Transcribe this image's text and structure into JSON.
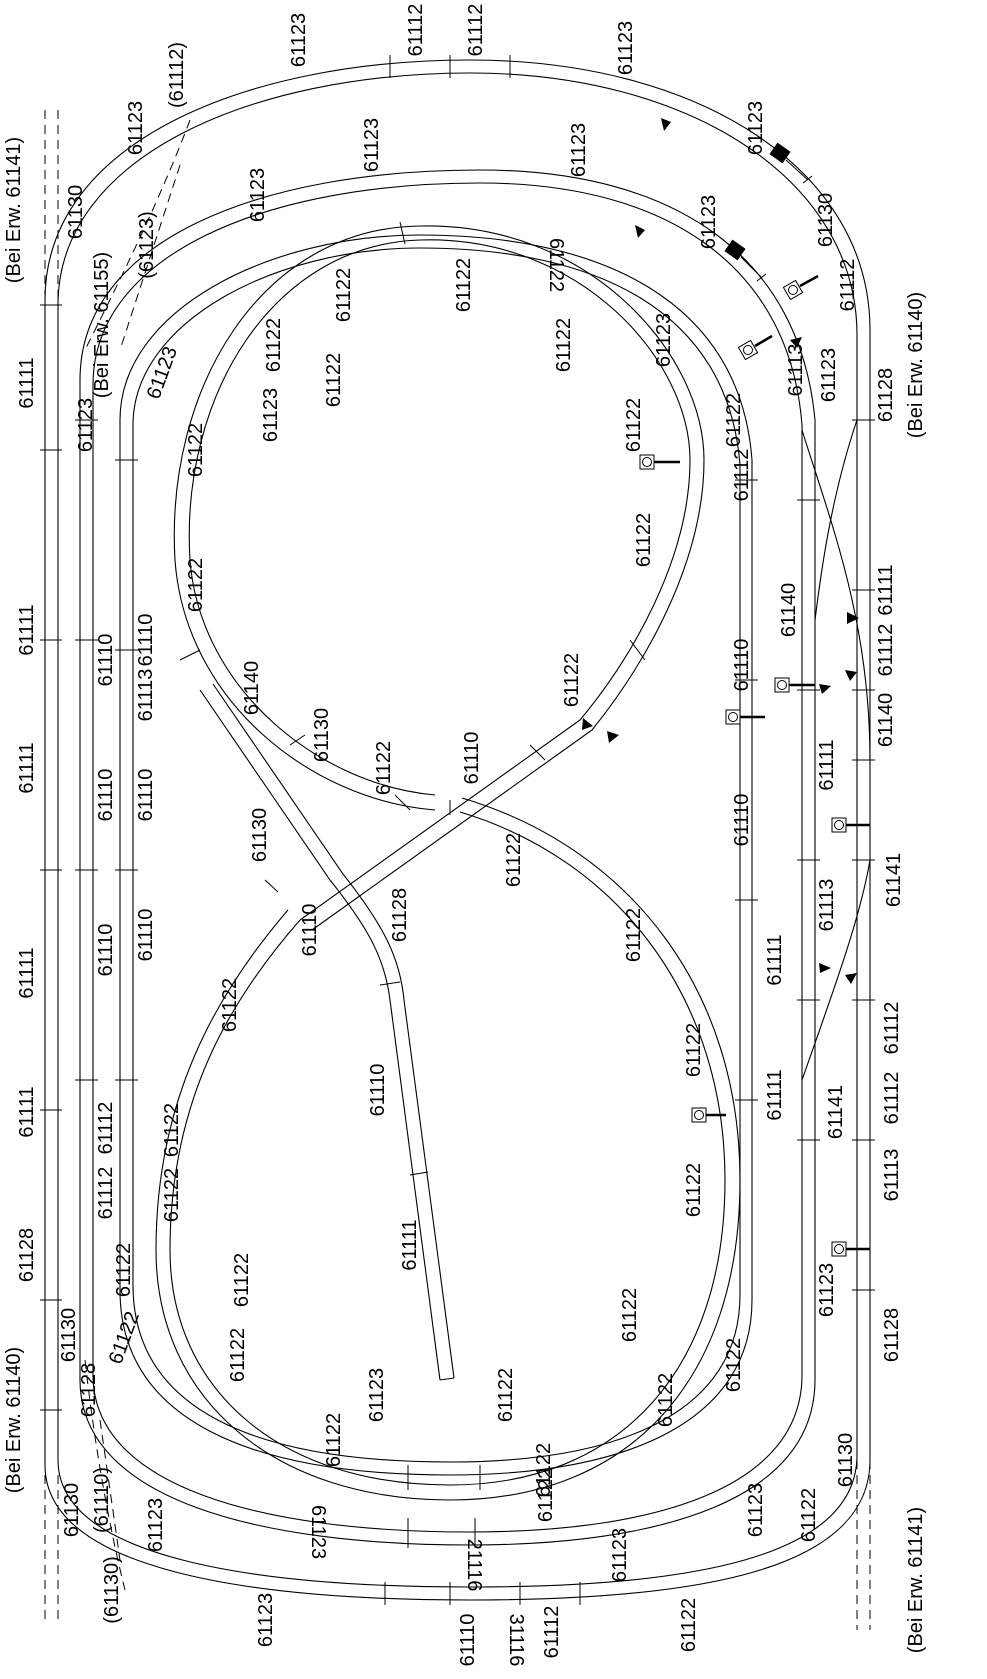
{
  "labels": {
    "outer_left": [
      "61111",
      "61111",
      "61111",
      "61111",
      "61111",
      "61128",
      "61128",
      "61130",
      "61130"
    ],
    "outer_top": [
      "61123",
      "61112",
      "61112",
      "61123",
      "61123",
      "61123",
      "61123",
      "61123",
      "61123"
    ],
    "outer_right": [
      "61130",
      "61112",
      "61128",
      "61111",
      "61112",
      "61140",
      "61141",
      "61112",
      "61112",
      "61113",
      "61128",
      "61130",
      "61122",
      "61122",
      "61123",
      "61123"
    ],
    "outer_bottom": [
      "61123",
      "61123",
      "61112",
      "31116",
      "61110",
      "61123",
      "61122",
      "21116",
      "61123"
    ],
    "second_loop": [
      "61130",
      "61123",
      "61110",
      "61112",
      "61112",
      "61110",
      "61110",
      "61110",
      "61128",
      "61123",
      "61112",
      "61112",
      "61110",
      "61110",
      "61111",
      "61111",
      "61111",
      "61141",
      "61113",
      "61123",
      "61140",
      "61113"
    ],
    "third_loop": [
      "61110",
      "61113",
      "61110",
      "61110",
      "61122",
      "61122",
      "61122",
      "61122",
      "61122",
      "61122",
      "61123",
      "61122"
    ],
    "upper_circle": [
      "61122",
      "61122",
      "61122",
      "61122",
      "61122",
      "61122",
      "61122",
      "61122",
      "61122",
      "61122",
      "61123",
      "61122",
      "61123",
      "61140",
      "61130",
      "61122",
      "61110",
      "61122",
      "61122",
      "61122"
    ],
    "lower_circle": [
      "61122",
      "61122",
      "61122",
      "61122",
      "61122",
      "61122",
      "61122",
      "61123",
      "61122",
      "61122",
      "61122",
      "61122",
      "61122",
      "61122",
      "61122"
    ],
    "spur": [
      "61130",
      "61128",
      "61110",
      "61111"
    ],
    "inner_misc": [
      "61123",
      "61110",
      "61110"
    ],
    "extensions": [
      "(Bei Erw. 61141)",
      "(61112)",
      "(61123)",
      "(Bei Erw. 61155)",
      "(Bei Erw. 61140)",
      "(Bei Erw. 61140)",
      "(61110)",
      "(61130)",
      "(Bei Erw. 61141)"
    ]
  }
}
